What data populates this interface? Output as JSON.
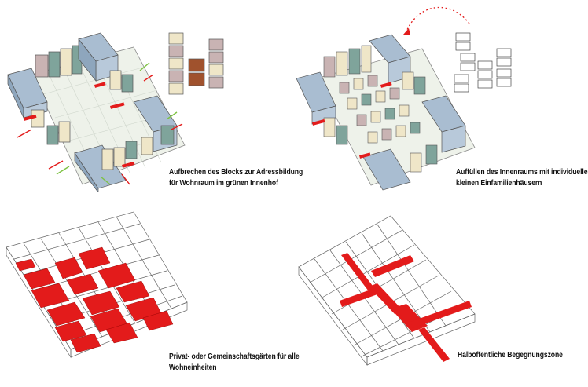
{
  "captions": {
    "p1": {
      "line1": "Aufbrechen des Blocks zur Adressbildung",
      "line2": "für Wohnraum im grünen Innenhof"
    },
    "p2": {
      "line1": "Auffüllen des Innenraums mit individuellen",
      "line2": "kleinen Einfamilienhäusern"
    },
    "p3": {
      "line1": "Privat- oder Gemeinschaftsgärten für alle",
      "line2": "Wohneinheiten"
    },
    "p4": {
      "line1": "Halböffentliche Begegnungszone"
    }
  },
  "colors": {
    "blue": "#a9bdd1",
    "teal": "#7fa49b",
    "beige": "#efe6c8",
    "mauve": "#c9b3b3",
    "brown": "#a0522d",
    "red": "#e31b1b",
    "green": "#7dc242",
    "outline": "#555555",
    "courtyard": "#eef2ea"
  }
}
